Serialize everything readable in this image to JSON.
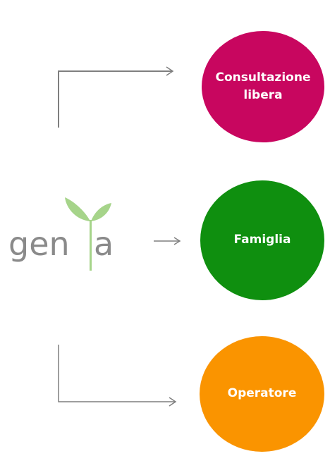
{
  "logo": {
    "text": "genia"
  },
  "nodes": {
    "consultazione": {
      "label": "Consultazione libera",
      "color": "#c8065f"
    },
    "famiglia": {
      "label": "Famiglia",
      "color": "#0f8f0f"
    },
    "operatore": {
      "label": "Operatore",
      "color": "#fa9400"
    }
  },
  "colors": {
    "connector": "#7f7f7f",
    "logo_text": "#8a8a8a",
    "leaf_light": "#a6d48a",
    "leaf_dark": "#78b85a"
  }
}
